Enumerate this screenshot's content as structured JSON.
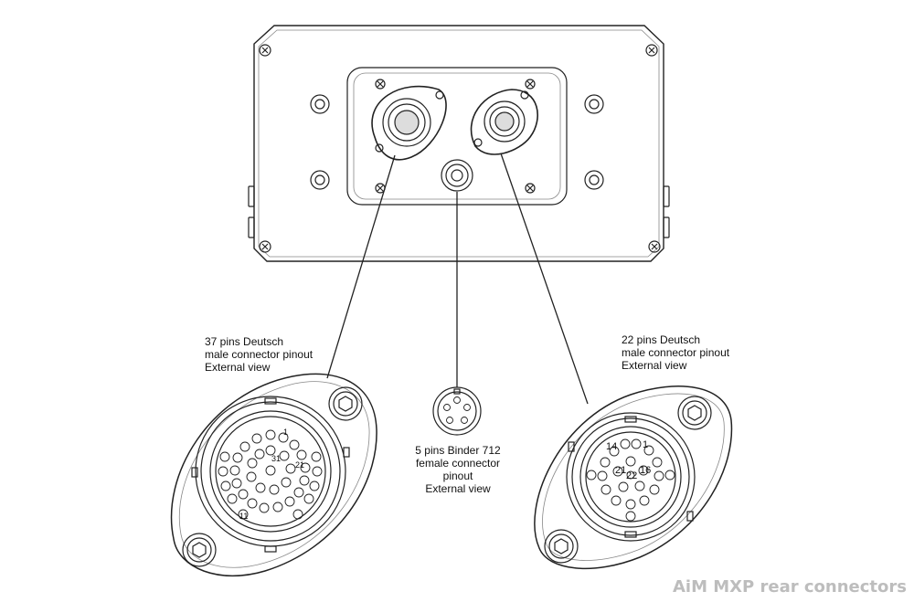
{
  "labels": {
    "left": [
      "37 pins Deutsch",
      "male connector pinout",
      "External view"
    ],
    "middle": [
      "5 pins Binder 712",
      "female connector",
      "pinout",
      "External view"
    ],
    "right": [
      "22 pins Deutsch",
      "male connector pinout",
      "External view"
    ]
  },
  "pin_numbers": {
    "left": [
      "1",
      "31",
      "21",
      "11"
    ],
    "right": [
      "14",
      "1",
      "21",
      "16",
      "22"
    ]
  },
  "footer": "AiM MXP rear connectors"
}
